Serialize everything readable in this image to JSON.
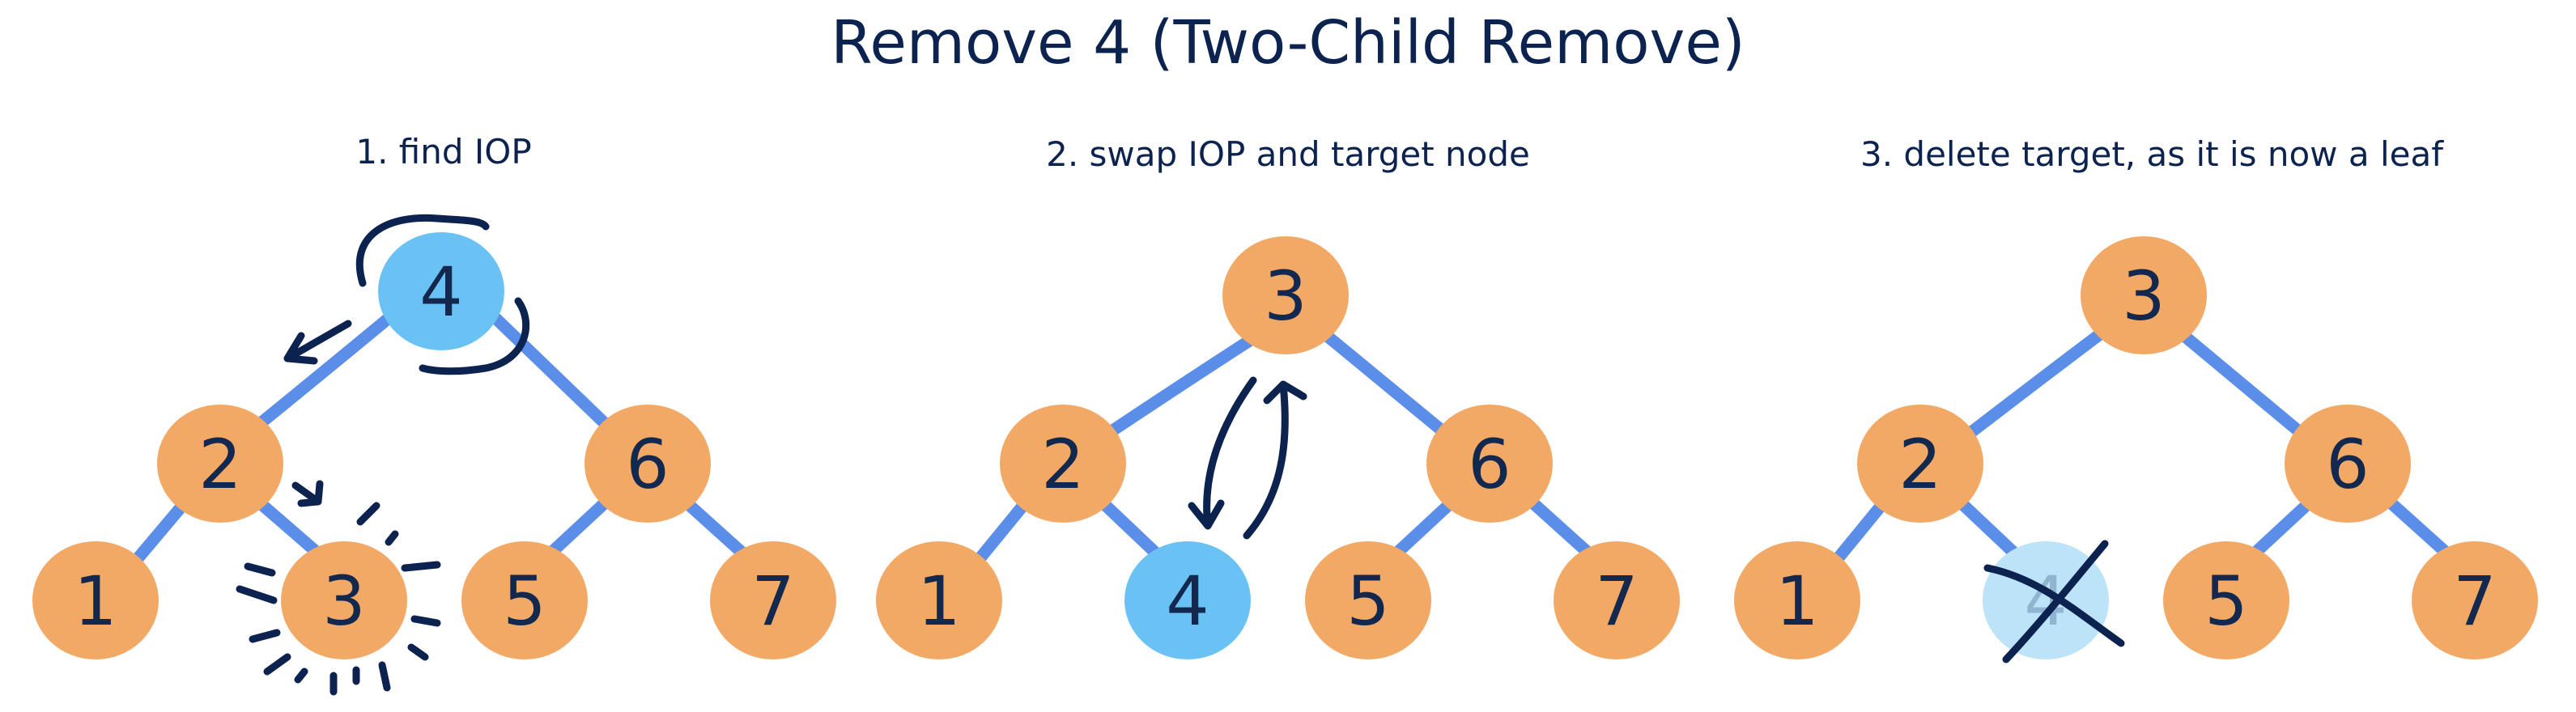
{
  "title": "Remove 4 (Two-Child Remove)",
  "colors": {
    "node": "#f2a966",
    "highlight": "#6ac2f4",
    "faded": "#bde3f8",
    "edge": "#5b8ee8",
    "ink": "#0c2350",
    "text": "#12284f"
  },
  "panels": [
    {
      "caption": "1. find IOP",
      "nodes": [
        "4",
        "2",
        "6",
        "1",
        "3",
        "5",
        "7"
      ],
      "highlighted": "4"
    },
    {
      "caption": "2. swap IOP and target node",
      "nodes": [
        "3",
        "2",
        "6",
        "1",
        "4",
        "5",
        "7"
      ],
      "highlighted": "4"
    },
    {
      "caption": "3. delete target, as it is now a leaf",
      "nodes": [
        "3",
        "2",
        "6",
        "1",
        "4",
        "5",
        "7"
      ],
      "faded": "4"
    }
  ],
  "annotations": [
    "circle-arrow",
    "arrow-to-left-child",
    "arrow-to-right-child",
    "sparkle-burst",
    "swap-arrows",
    "cross-out"
  ]
}
